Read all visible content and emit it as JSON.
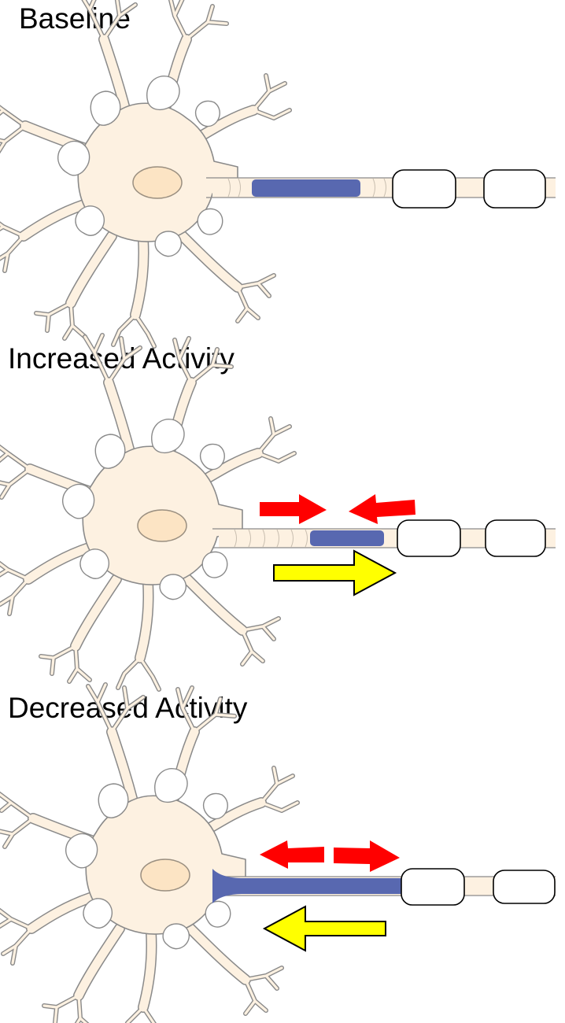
{
  "panels": [
    {
      "title": "Baseline"
    },
    {
      "title": "Increased Activity"
    },
    {
      "title": "Decreased Activity"
    }
  ],
  "colors": {
    "cell_fill": "#fdf1e1",
    "nucleus_fill": "#fce4c4",
    "axon_initial_segment": "#5868b0",
    "red_arrow": "#ff0000",
    "yellow_arrow": "#ffff00"
  }
}
